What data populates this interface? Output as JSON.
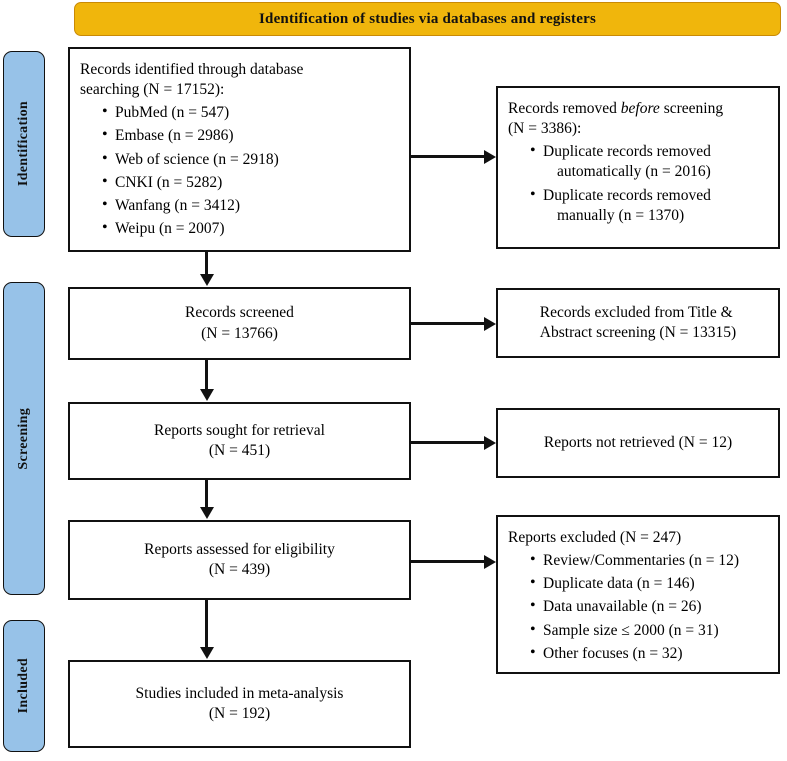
{
  "banner": {
    "title": "Identification of studies via databases and registers"
  },
  "colors": {
    "banner_bg": "#F0B60C",
    "phase_bg": "#97C2E8",
    "border": "#111111"
  },
  "phases": [
    {
      "label": "Identification"
    },
    {
      "label": "Screening"
    },
    {
      "label": "Included"
    }
  ],
  "flow": {
    "records_identified": {
      "heading_line1": "Records identified  through database",
      "heading_line2": "searching (N = 17152):",
      "items": [
        "PubMed (n = 547)",
        "Embase (n = 2986)",
        "Web of science (n = 2918)",
        "CNKI (n = 5282)",
        "Wanfang (n = 3412)",
        "Weipu (n = 2007)"
      ]
    },
    "records_removed": {
      "heading_pre": "Records removed ",
      "heading_em": "before",
      "heading_post": " screening",
      "heading_line2": "(N = 3386):",
      "items": [
        {
          "line1": "Duplicate  records removed",
          "line2": "automatically  (n = 2016)"
        },
        {
          "line1": "Duplicate  records removed",
          "line2": "manually  (n = 1370)"
        }
      ]
    },
    "records_screened": {
      "line1": "Records screened",
      "line2": "(N = 13766)"
    },
    "records_excluded": {
      "line1": "Records excluded from Title &",
      "line2": "Abstract screening (N = 13315)"
    },
    "reports_sought": {
      "line1": "Reports sought  for retrieval",
      "line2": "(N = 451)"
    },
    "reports_not_retrieved": {
      "line1": "Reports not retrieved (N = 12)"
    },
    "reports_assessed": {
      "line1": "Reports assessed for eligibility",
      "line2": "(N = 439)"
    },
    "reports_excluded": {
      "heading": "Reports excluded  (N = 247)",
      "items": [
        "Review/Commentaries  (n = 12)",
        "Duplicate  data (n = 146)",
        "Data unavailable  (n = 26)",
        "Sample  size ≤ 2000 (n = 31)",
        "Other focuses (n = 32)"
      ]
    },
    "studies_included": {
      "line1": "Studies  included  in  meta-analysis",
      "line2": "(N = 192)"
    }
  }
}
